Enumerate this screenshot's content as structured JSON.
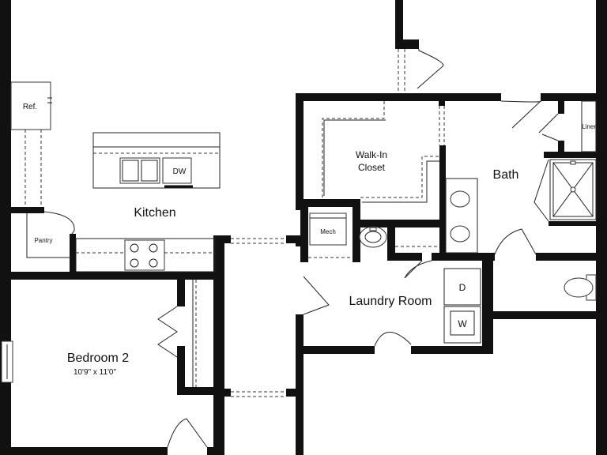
{
  "floor_plan": {
    "rooms": {
      "kitchen": "Kitchen",
      "bedroom2": "Bedroom 2",
      "bedroom2_dims": "10'9\" x 11'0\"",
      "laundry": "Laundry Room",
      "bath": "Bath",
      "walk_in_closet_line1": "Walk-In",
      "walk_in_closet_line2": "Closet"
    },
    "fixtures": {
      "refrigerator": "Ref.",
      "dishwasher": "DW",
      "pantry": "Pantry",
      "mechanical": "Mech",
      "linen": "Linen",
      "dryer": "D",
      "washer": "W"
    },
    "colors": {
      "wall": "#111111",
      "background": "#ffffff",
      "line": "#333333"
    }
  }
}
